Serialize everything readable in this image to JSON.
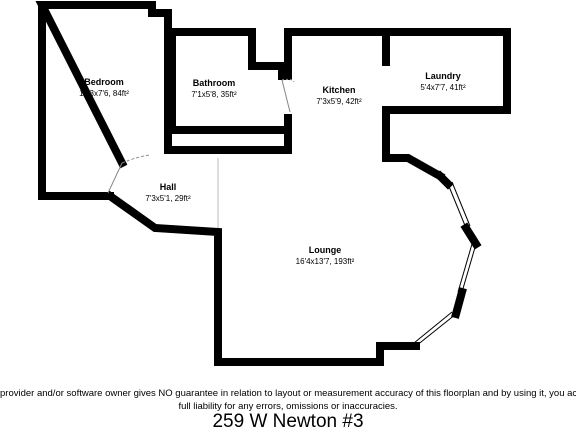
{
  "rooms": [
    {
      "name": "Bedroom",
      "dims": "12'3x7'6, 84ft²"
    },
    {
      "name": "Bathroom",
      "dims": "7'1x5'8, 35ft²"
    },
    {
      "name": "Kitchen",
      "dims": "7'3x5'9, 42ft²"
    },
    {
      "name": "Laundry",
      "dims": "5'4x7'7, 41ft²"
    },
    {
      "name": "Hall",
      "dims": "7'3x5'1, 29ft²"
    },
    {
      "name": "Lounge",
      "dims": "16'4x13'7, 193ft²"
    }
  ],
  "disclaimer": {
    "line1": "provider and/or software owner gives NO guarantee in relation to layout or measurement accuracy of this floorplan and by using it, you ac",
    "line2": "full liability for any errors, omissions or inaccuracies."
  },
  "address": "259 W Newton #3"
}
